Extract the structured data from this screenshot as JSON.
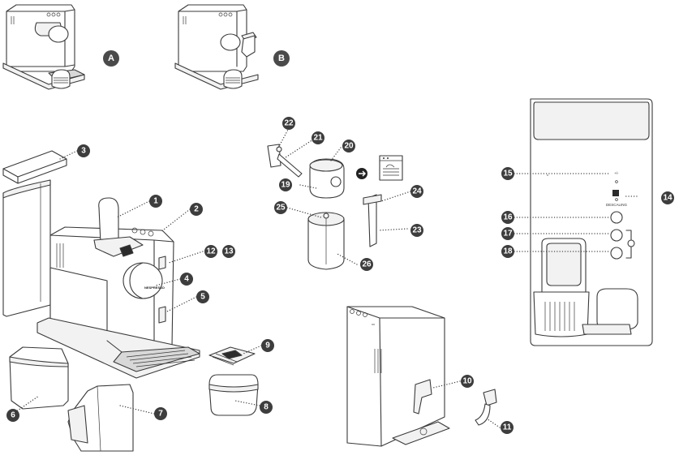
{
  "figure_labels": {
    "A": "A",
    "B": "B"
  },
  "callouts": {
    "c1": "1",
    "c2": "2",
    "c3": "3",
    "c4": "4",
    "c5": "5",
    "c6": "6",
    "c7": "7",
    "c8": "8",
    "c9": "9",
    "c10": "10",
    "c11": "11",
    "c12": "12",
    "c13": "13",
    "c14": "14",
    "c15": "15",
    "c16": "16",
    "c17": "17",
    "c18": "18",
    "c19": "19",
    "c20": "20",
    "c21": "21",
    "c22": "22",
    "c23": "23",
    "c24": "24",
    "c25": "25",
    "c26": "26"
  },
  "panel_text": {
    "brand": "NESPRESSO",
    "descaling": "DESCALING"
  },
  "icons": [
    "arrow-right-icon",
    "dishwasher-icon",
    "cup-icon",
    "milk-icon",
    "plus-minus-icon"
  ]
}
